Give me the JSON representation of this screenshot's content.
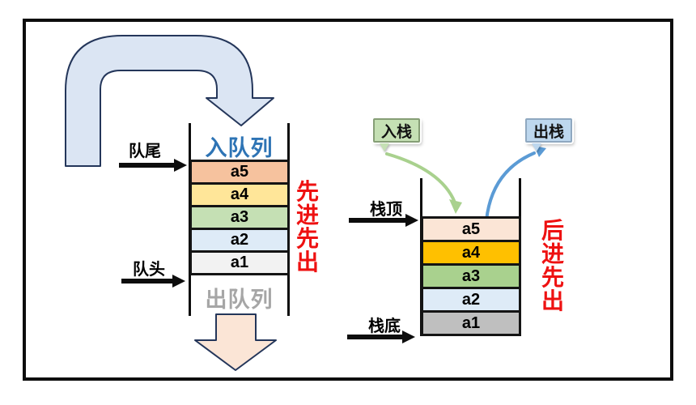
{
  "queue": {
    "enqueue_title": "入队列",
    "dequeue_title": "出队列",
    "tail_label": "队尾",
    "head_label": "队头",
    "principle": "先进先出",
    "cells": [
      {
        "label": "a5",
        "color": "#F6C29E"
      },
      {
        "label": "a4",
        "color": "#FFE699"
      },
      {
        "label": "a3",
        "color": "#C5E0B4"
      },
      {
        "label": "a2",
        "color": "#DEEBF7"
      },
      {
        "label": "a1",
        "color": "#F2F2F2"
      }
    ]
  },
  "stack": {
    "push_label": "入栈",
    "pop_label": "出栈",
    "top_label": "栈顶",
    "bottom_label": "栈底",
    "principle": "后进先出",
    "cells": [
      {
        "label": "a5",
        "color": "#FBE5D6"
      },
      {
        "label": "a4",
        "color": "#FFC000"
      },
      {
        "label": "a3",
        "color": "#A9D18E"
      },
      {
        "label": "a2",
        "color": "#DEEBF7"
      },
      {
        "label": "a1",
        "color": "#BFBFBF"
      }
    ]
  },
  "colors": {
    "enqueue_title": "#2E74B5",
    "dequeue_title": "#A6A6A6",
    "principle_red": "#EE1111",
    "bent_arrow_fill": "#DBE5F3",
    "bent_arrow_stroke": "#24365A",
    "down_arrow_fill": "#FBE5D6",
    "down_arrow_stroke": "#24365A",
    "push_arrow": "#A9D18E",
    "pop_arrow": "#5B9BD5",
    "push_callout_fill": "#C5E0B4",
    "pop_callout_fill": "#BDD7EE",
    "black": "#0D0D0D"
  }
}
